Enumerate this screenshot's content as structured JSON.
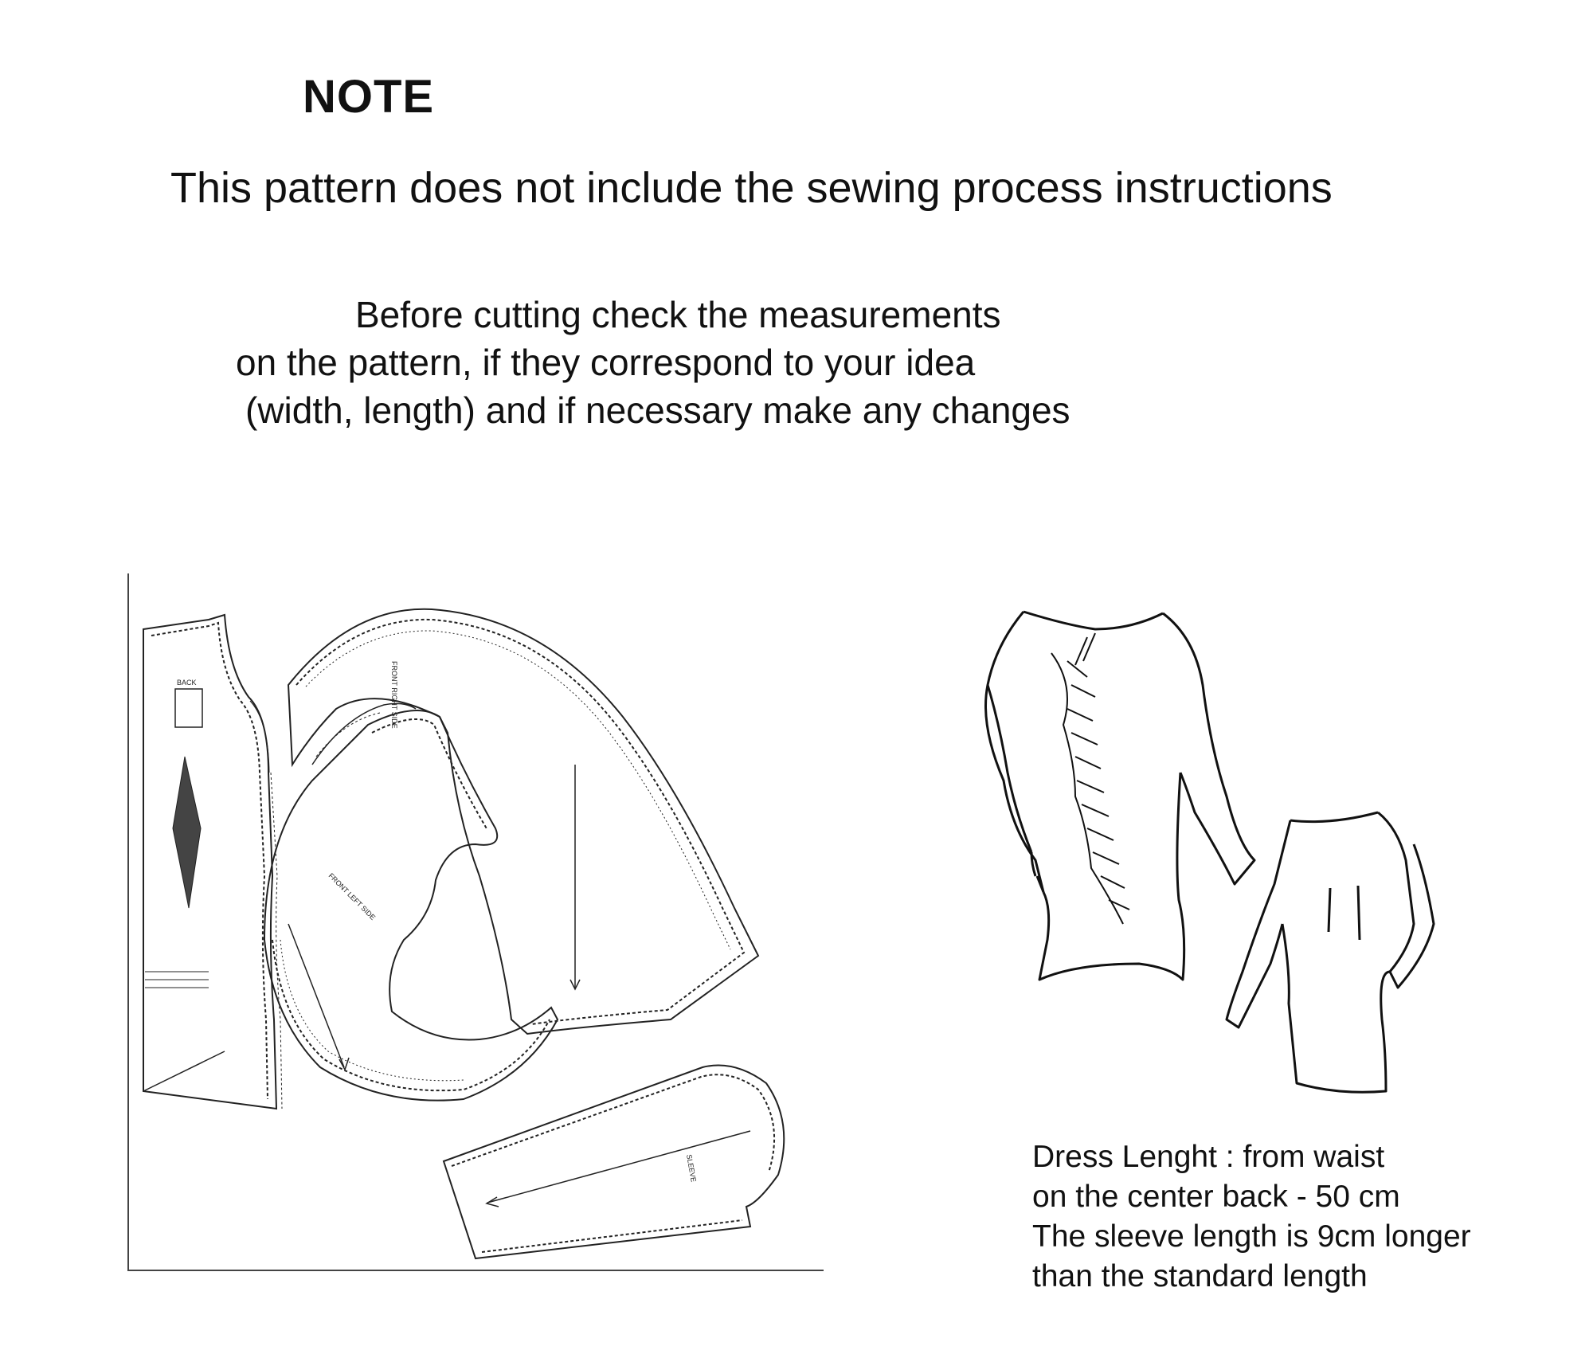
{
  "header": {
    "title": "NOTE",
    "subtitle": "This pattern does not include the sewing process instructions"
  },
  "instructions": [
    "Before cutting check the measurements",
    "on the pattern, if they correspond to your idea",
    "(width, length) and if necessary make any changes"
  ],
  "pattern": {
    "piece_labels": {
      "back": "BACK",
      "front_right": "FRONT RIGHT SIDE",
      "front_left": "FRONT LEFT SIDE",
      "sleeve": "SLEEVE"
    }
  },
  "dress_notes": [
    "Dress Lenght : from waist",
    "on the center back -  50 cm",
    "The sleeve length is 9cm longer",
    "than the standard length"
  ]
}
